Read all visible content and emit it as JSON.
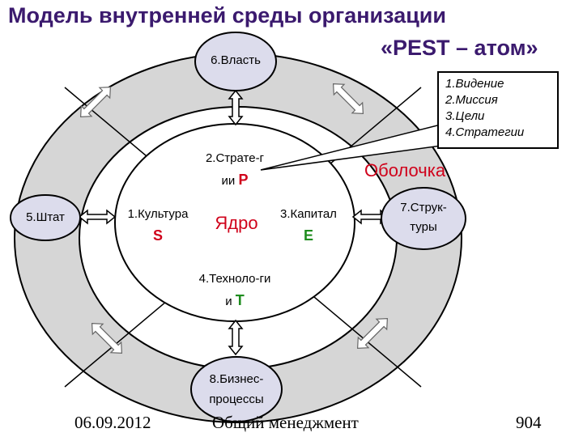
{
  "title": {
    "line1": "Модель внутренней среды организации",
    "line2": "«PEST – атом»"
  },
  "core_label": "Ядро",
  "shell_label": "Оболочка",
  "inner_segments": {
    "top": {
      "text_line1": "2.Страте-г",
      "text_line2": "ии",
      "letter": "P"
    },
    "left": {
      "text": "1.Культура",
      "letter": "S"
    },
    "right": {
      "text": "3.Капитал",
      "letter": "E"
    },
    "bottom": {
      "text_line1": "4.Техноло-ги",
      "text_line2": "и",
      "letter": "T"
    }
  },
  "nodes": {
    "power": "6.Власть",
    "staff": "5.Штат",
    "structures_line1": "7.Струк-",
    "structures_line2": "туры",
    "processes_line1": "8.Бизнес-",
    "processes_line2": "процессы"
  },
  "callout": {
    "items": [
      "1.Видение",
      "2.Миссия",
      "3.Цели",
      "4.Стратегии"
    ]
  },
  "footer": {
    "date": "06.09.2012",
    "course": "Общий менеджмент",
    "page": "904"
  },
  "colors": {
    "title": "#3b1a6e",
    "accent_red": "#d0021b",
    "accent_green": "#1e8c1e",
    "ring_fill": "#d6d6d6",
    "node_fill": "#dcdcec"
  }
}
